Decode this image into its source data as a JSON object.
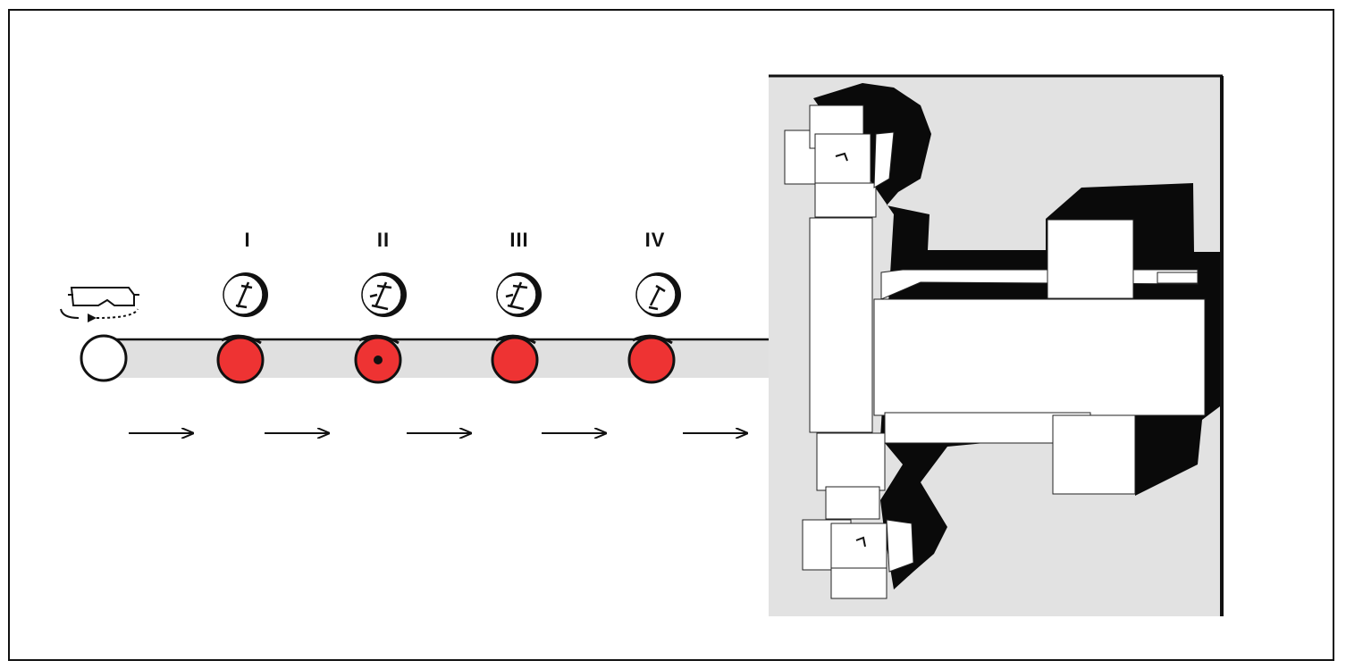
{
  "diagram": {
    "stages": [
      {
        "id": "I",
        "label": "I",
        "marker": "plain"
      },
      {
        "id": "II",
        "label": "II",
        "marker": "dot"
      },
      {
        "id": "III",
        "label": "III",
        "marker": "plain"
      },
      {
        "id": "IV",
        "label": "IV",
        "marker": "plain"
      }
    ],
    "start_node": {
      "icon": "vr-headset-rotate-icon"
    },
    "colors": {
      "node_fill": "#ee3333",
      "track": "#e0e0e0",
      "outline": "#111111",
      "room_floor": "#e2e2e2",
      "shadow": "#0a0a0a"
    },
    "arrow_count": 5,
    "destination": {
      "icon": "room-model-icon"
    }
  }
}
